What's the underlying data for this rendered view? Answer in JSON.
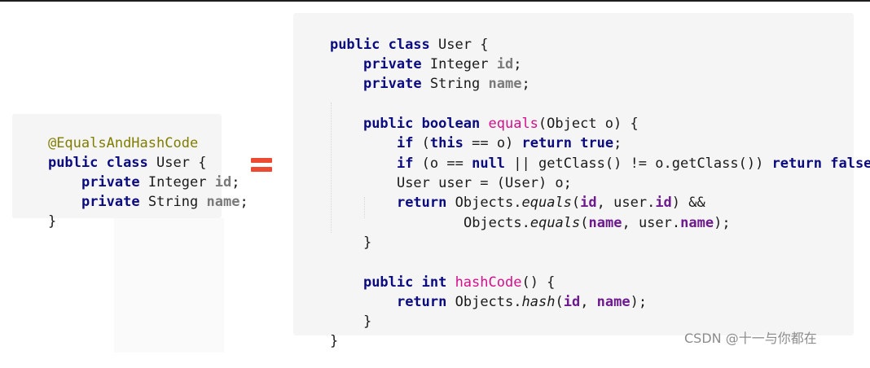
{
  "left_code": {
    "annotation": "@EqualsAndHashCode",
    "line2": {
      "kw": "public class",
      "rest": " User {"
    },
    "line3": {
      "kw": "private",
      "type": " Integer ",
      "field": "id",
      "end": ";"
    },
    "line4": {
      "kw": "private",
      "type": " String ",
      "field": "name",
      "end": ";"
    },
    "line5": "}"
  },
  "right_code": {
    "l1": {
      "kw": "public class",
      "rest": " User {"
    },
    "l2": {
      "kw": "private",
      "type": " Integer ",
      "field": "id",
      "end": ";"
    },
    "l3": {
      "kw": "private",
      "type": " String ",
      "field": "name",
      "end": ";"
    },
    "l5": {
      "kw": "public boolean",
      "sp": " ",
      "fn": "equals",
      "rest": "(Object o) {"
    },
    "l6": {
      "kw1": "if",
      "a": " (",
      "kw2": "this",
      "b": " == o) ",
      "kw3": "return",
      "c": " ",
      "kw4": "true",
      "d": ";"
    },
    "l7": {
      "kw1": "if",
      "a": " (o == ",
      "kw2": "null",
      "b": " || getClass() != o.getClass()) ",
      "kw3": "return",
      "c": " ",
      "kw4": "false",
      "d": ";"
    },
    "l8": "User user = (User) o;",
    "l9": {
      "kw": "return",
      "a": " Objects.",
      "fn": "equals",
      "b": "(",
      "f1": "id",
      "c": ", user.",
      "f2": "id",
      "d": ") &&"
    },
    "l10": {
      "a": "Objects.",
      "fn": "equals",
      "b": "(",
      "f1": "name",
      "c": ", user.",
      "f2": "name",
      "d": ");"
    },
    "l11": "}",
    "l13": {
      "kw": "public int",
      "sp": " ",
      "fn": "hashCode",
      "rest": "() {"
    },
    "l14": {
      "kw": "return",
      "a": " Objects.",
      "fn": "hash",
      "b": "(",
      "f1": "id",
      "c": ", ",
      "f2": "name",
      "d": ");"
    },
    "l15": "}",
    "l16": "}"
  },
  "watermark": "CSDN @十一与你都在",
  "colors": {
    "keyword": "#0b0b80",
    "annotation": "#807d00",
    "field": "#7a7a7a",
    "reference": "#6e1a8f",
    "method": "#d60e8a",
    "equals_sign": "#ec4b33"
  }
}
